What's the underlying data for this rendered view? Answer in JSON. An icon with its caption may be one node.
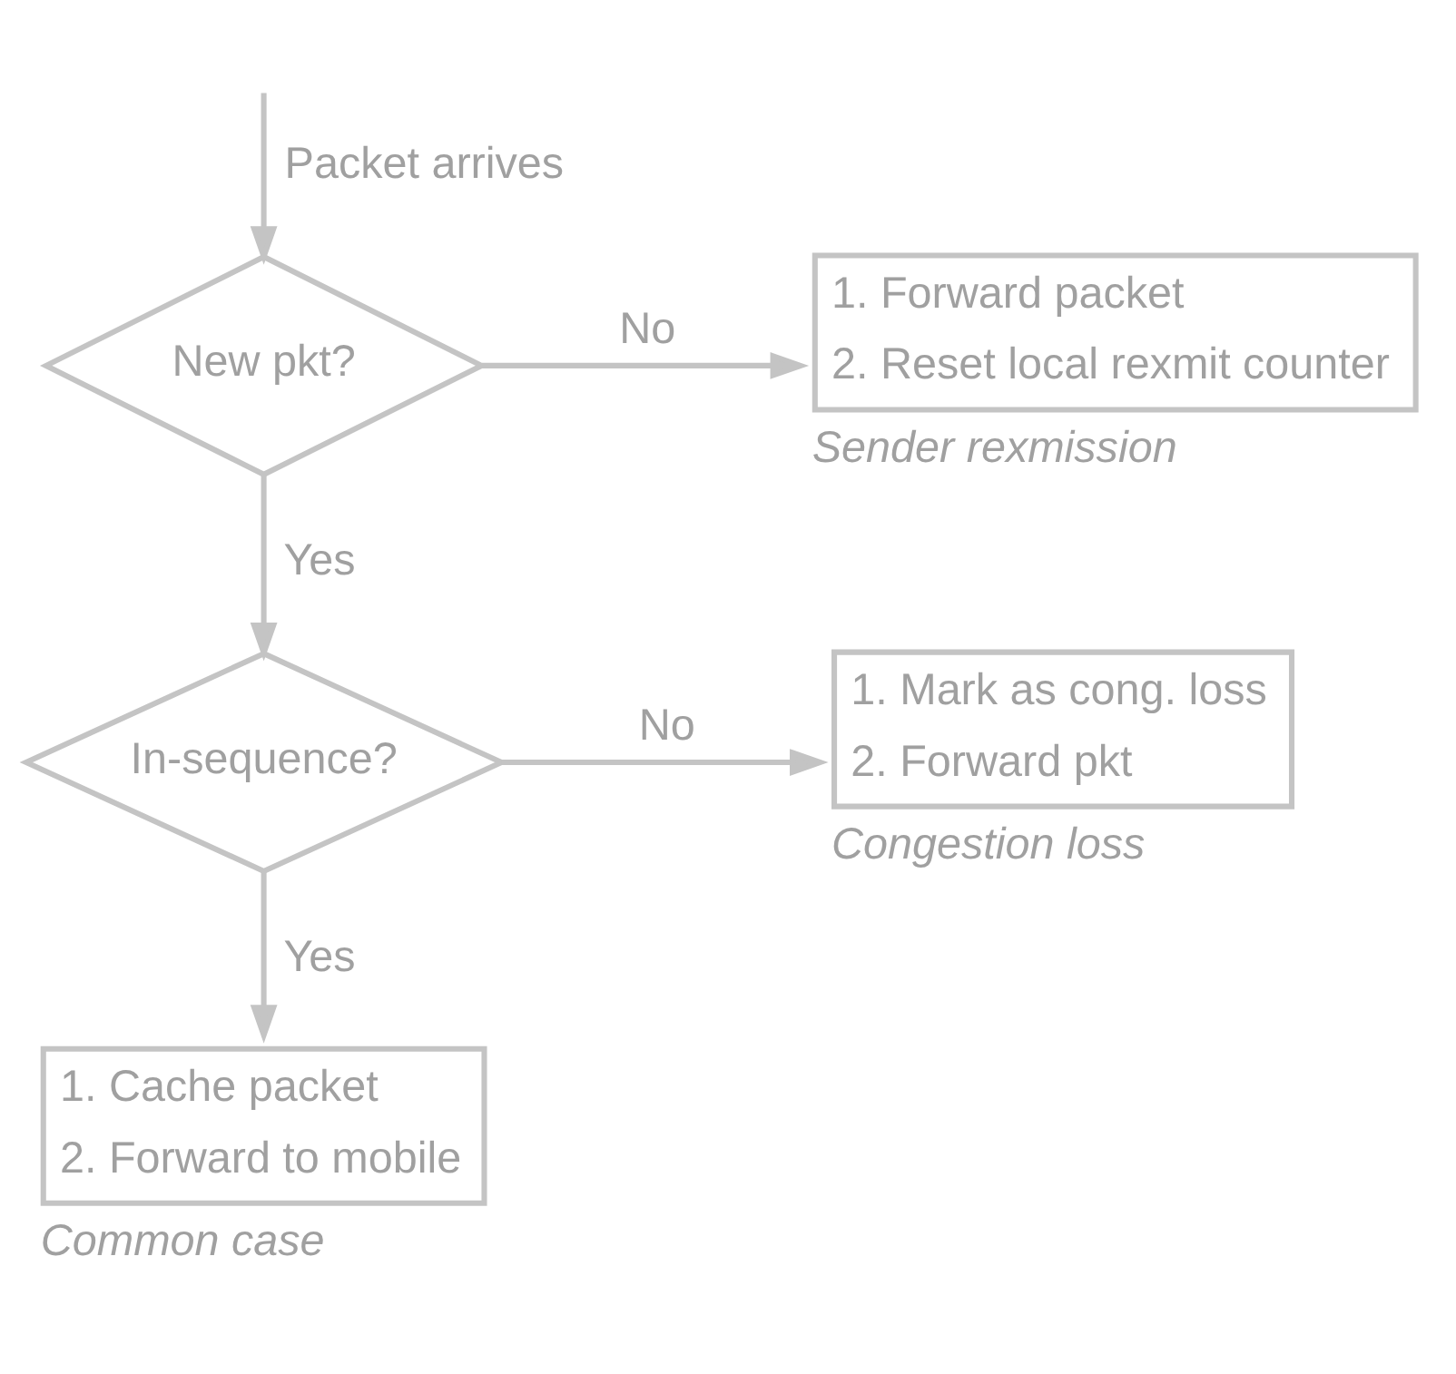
{
  "diagram": {
    "nodes": [
      {
        "text": [
          "New pkt?"
        ]
      },
      {
        "text": [
          "1. Forward packet",
          "2. Reset local rexmit counter"
        ],
        "beside": [
          "Sender rexmission"
        ]
      },
      {
        "text": [
          "In-sequence?"
        ]
      },
      {
        "text": [
          "1. Mark as cong. loss",
          "2. Forward pkt"
        ],
        "beside": [
          "Congestion loss"
        ]
      },
      {
        "text": [
          "1. Cache packet",
          "2. Forward to mobile"
        ],
        "beside": [
          "Common case"
        ]
      }
    ],
    "edges": [
      {
        "from": null,
        "to": 0,
        "arrow": "to",
        "label": "Packet arrives"
      },
      {
        "from": 0,
        "to": 1,
        "arrow": "to",
        "label": "No"
      },
      {
        "from": 0,
        "to": 2,
        "arrow": "to",
        "label": "Yes"
      },
      {
        "from": 2,
        "to": 3,
        "arrow": "to",
        "label": "No"
      },
      {
        "from": 2,
        "to": 4,
        "arrow": "to",
        "label": "Yes"
      }
    ]
  }
}
